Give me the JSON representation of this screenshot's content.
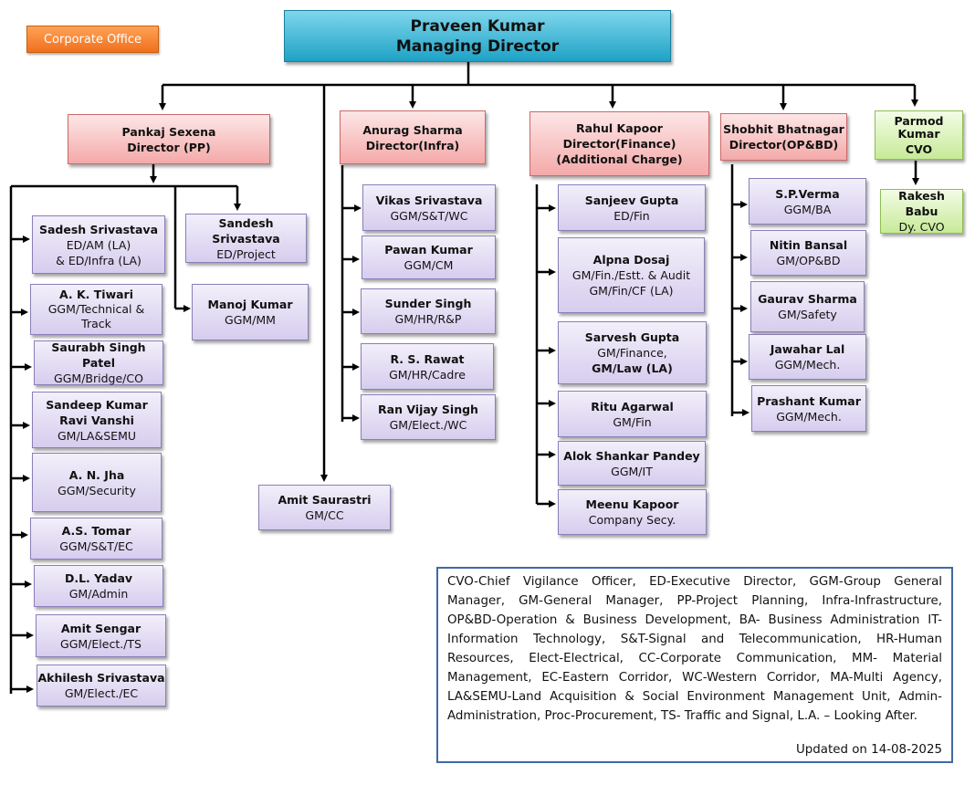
{
  "corporate_label": "Corporate Office",
  "top": {
    "name": "Praveen Kumar",
    "title": "Managing Director"
  },
  "directors": {
    "pp": {
      "name": "Pankaj Sexena",
      "title": "Director (PP)"
    },
    "infra": {
      "name": "Anurag Sharma",
      "title": "Director(Infra)"
    },
    "finance": {
      "name": "Rahul Kapoor",
      "title": "Director(Finance)",
      "title2": "(Additional Charge)"
    },
    "opbd": {
      "name": "Shobhit Bhatnagar",
      "title": "Director(OP&BD)"
    },
    "cvo": {
      "name": "Parmod Kumar",
      "title": "CVO"
    }
  },
  "pp_left": [
    {
      "name": "Sadesh Srivastava",
      "lines": [
        "ED/AM (LA)",
        "& ED/Infra (LA)"
      ]
    },
    {
      "name": "A. K. Tiwari",
      "lines": [
        "GGM/Technical &",
        "Track"
      ]
    },
    {
      "name": "Saurabh Singh Patel",
      "lines": [
        "GGM/Bridge/CO"
      ]
    },
    {
      "name": "Sandeep Kumar",
      "name2": "Ravi Vanshi",
      "lines": [
        "GM/LA&SEMU"
      ]
    },
    {
      "name": "A. N. Jha",
      "lines": [
        "GGM/Security"
      ]
    },
    {
      "name": "A.S. Tomar",
      "lines": [
        "GGM/S&T/EC"
      ]
    },
    {
      "name": "D.L. Yadav",
      "lines": [
        "GM/Admin"
      ]
    },
    {
      "name": "Amit Sengar",
      "lines": [
        "GGM/Elect./TS"
      ]
    },
    {
      "name": "Akhilesh Srivastava",
      "lines": [
        "GM/Elect./EC"
      ]
    }
  ],
  "pp_right": [
    {
      "name": "Sandesh Srivastava",
      "lines": [
        "ED/Project"
      ]
    },
    {
      "name": "Manoj Kumar",
      "lines": [
        "GGM/MM"
      ]
    }
  ],
  "md_direct": {
    "name": "Amit Saurastri",
    "lines": [
      "GM/CC"
    ]
  },
  "infra_items": [
    {
      "name": "Vikas Srivastava",
      "lines": [
        "GGM/S&T/WC"
      ]
    },
    {
      "name": "Pawan Kumar",
      "lines": [
        "GGM/CM"
      ]
    },
    {
      "name": "Sunder Singh",
      "lines": [
        "GM/HR/R&P"
      ]
    },
    {
      "name": "R. S. Rawat",
      "lines": [
        "GM/HR/Cadre"
      ]
    },
    {
      "name": "Ran Vijay Singh",
      "lines": [
        "GM/Elect./WC"
      ]
    }
  ],
  "finance_items": [
    {
      "name": "Sanjeev Gupta",
      "lines": [
        "ED/Fin"
      ]
    },
    {
      "name": "Alpna Dosaj",
      "lines": [
        "GM/Fin./Estt. & Audit",
        "GM/Fin/CF (LA)"
      ]
    },
    {
      "name": "Sarvesh Gupta",
      "lines": [
        "GM/Finance,"
      ],
      "bold_line": "GM/Law (LA)"
    },
    {
      "name": "Ritu Agarwal",
      "lines": [
        "GM/Fin"
      ]
    },
    {
      "name": "Alok Shankar Pandey",
      "lines": [
        "GGM/IT"
      ]
    },
    {
      "name": "Meenu Kapoor",
      "lines": [
        "Company Secy."
      ]
    }
  ],
  "opbd_items": [
    {
      "name": "S.P.Verma",
      "lines": [
        "GGM/BA"
      ]
    },
    {
      "name": "Nitin Bansal",
      "lines": [
        "GM/OP&BD"
      ]
    },
    {
      "name": "Gaurav Sharma",
      "lines": [
        "GM/Safety"
      ]
    },
    {
      "name": "Jawahar Lal",
      "lines": [
        "GGM/Mech."
      ]
    },
    {
      "name": "Prashant Kumar",
      "lines": [
        "GGM/Mech."
      ]
    }
  ],
  "cvo_item": {
    "name": "Rakesh Babu",
    "lines": [
      "Dy. CVO"
    ]
  },
  "legend": {
    "text": "CVO-Chief Vigilance Officer, ED-Executive Director, GGM-Group General Manager, GM-General Manager, PP-Project Planning, Infra-Infrastructure, OP&BD-Operation & Business Development, BA- Business Administration IT-Information Technology, S&T-Signal and Telecommunication, HR-Human Resources, Elect-Electrical, CC-Corporate Communication, MM- Material Management, EC-Eastern Corridor, WC-Western Corridor, MA-Multi Agency, LA&SEMU-Land Acquisition & Social Environment Management Unit, Admin-Administration, Proc-Procurement, TS- Traffic and Signal, L.A. – Looking After.",
    "updated": "Updated on 14-08-2025"
  }
}
